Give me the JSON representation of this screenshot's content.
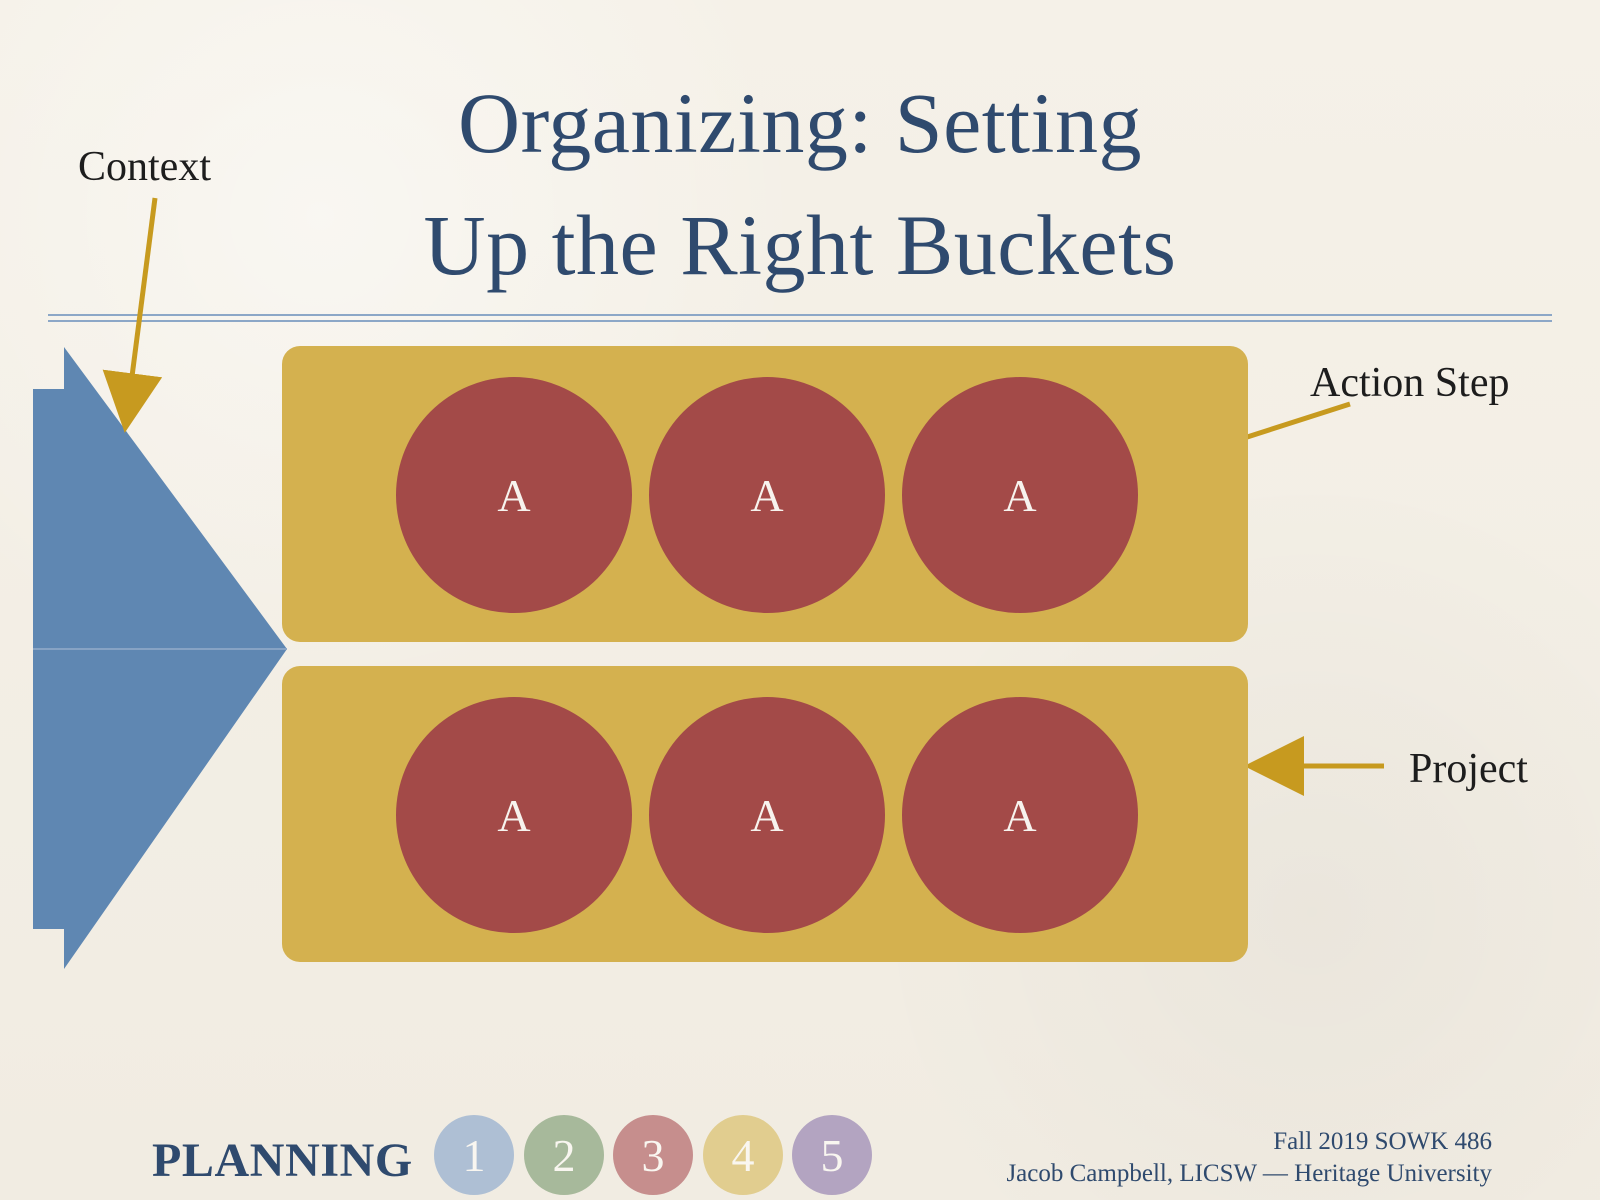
{
  "slide": {
    "title_line_1": "Organizing: Setting",
    "title_line_2": "Up the Right Buckets",
    "colors": {
      "background": "#f3efe6",
      "title": "#2f4a6e",
      "divider": "#8ca7c7",
      "context_shape": "#5f87b2",
      "bucket": "#d4b14f",
      "action_circle": "#a34a48",
      "arrow": "#c79a1f",
      "label_text": "#1d1d1d",
      "circle_text": "#f7f3ee"
    }
  },
  "diagram": {
    "labels": {
      "context": "Context",
      "action_step": "Action Step",
      "project": "Project"
    },
    "buckets": [
      {
        "actions": [
          "A",
          "A",
          "A"
        ]
      },
      {
        "actions": [
          "A",
          "A",
          "A"
        ]
      }
    ]
  },
  "footer": {
    "planning": "PLANNING",
    "steps": [
      {
        "label": "1",
        "color": "#aebfd4"
      },
      {
        "label": "2",
        "color": "#a7b99b"
      },
      {
        "label": "3",
        "color": "#c68e8d"
      },
      {
        "label": "4",
        "color": "#e1cd8f"
      },
      {
        "label": "5",
        "color": "#b3a4c1"
      }
    ],
    "course": "Fall 2019 SOWK 486",
    "author": "Jacob Campbell, LICSW — Heritage University"
  }
}
